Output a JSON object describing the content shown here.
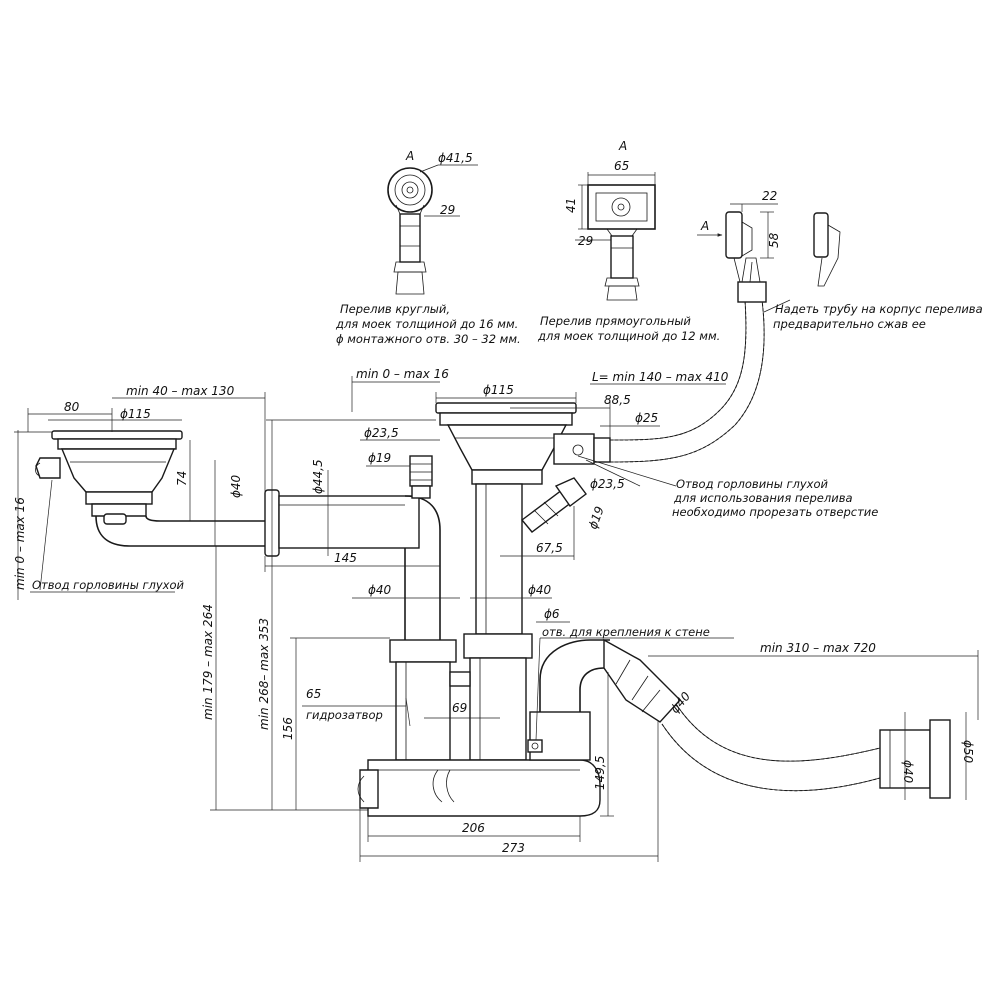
{
  "views": {
    "round_overflow": {
      "label_view": "A",
      "dia": "ϕ41,5",
      "d29": "29",
      "note": [
        "Перелив круглый,",
        "для моек толщиной до 16 мм.",
        "ϕ монтажного отв. 30 – 32 мм."
      ]
    },
    "rect_overflow": {
      "label_view": "A",
      "w": "65",
      "h": "41",
      "d29": "29",
      "note": [
        "Перелив прямоугольный",
        "для моек толщиной до 12 мм."
      ]
    },
    "side_view": {
      "label_view": "A",
      "d22": "22",
      "d58": "58",
      "note": [
        "Надеть трубу на корпус перелива",
        "предварительно сжав ее"
      ]
    }
  },
  "dims": {
    "d80": "80",
    "d115_left": "ϕ115",
    "min40": "min 40 – max 130",
    "min0_16": "min 0 – max 16",
    "min0_16_left": "min 0 – max 16",
    "d115_right": "ϕ115",
    "d88_5": "88,5",
    "d25": "ϕ25",
    "l_hose": "L= min 140 – max 410",
    "d23_5_a": "ϕ23,5",
    "d19": "ϕ19",
    "d23_5_b": "ϕ23,5",
    "d44_5": "ϕ44,5",
    "d40_a": "ϕ40",
    "d74": "74",
    "d145": "145",
    "d40_b": "ϕ40",
    "d40_c": "ϕ40",
    "d19_b": "ϕ19",
    "d67_5": "67,5",
    "d6": "ϕ6",
    "min179": "min 179 – max 264",
    "min268": "min 268– max 353",
    "d156": "156",
    "d65": "65",
    "d69": "69",
    "d149_5": "149,5",
    "d206": "206",
    "d273": "273",
    "min310": "min 310 – max 720",
    "d40_outlet": "ϕ40",
    "d40_end": "ϕ40",
    "d50_end": "ϕ50"
  },
  "labels": {
    "blind_left": "Отвод горловины глухой",
    "blind_right": [
      "Отвод горловины глухой",
      "для использования перелива",
      "необходимо прорезать отверстие"
    ],
    "trap": "гидрозатвор",
    "wall_hole": "отв. для крепления к стене"
  }
}
